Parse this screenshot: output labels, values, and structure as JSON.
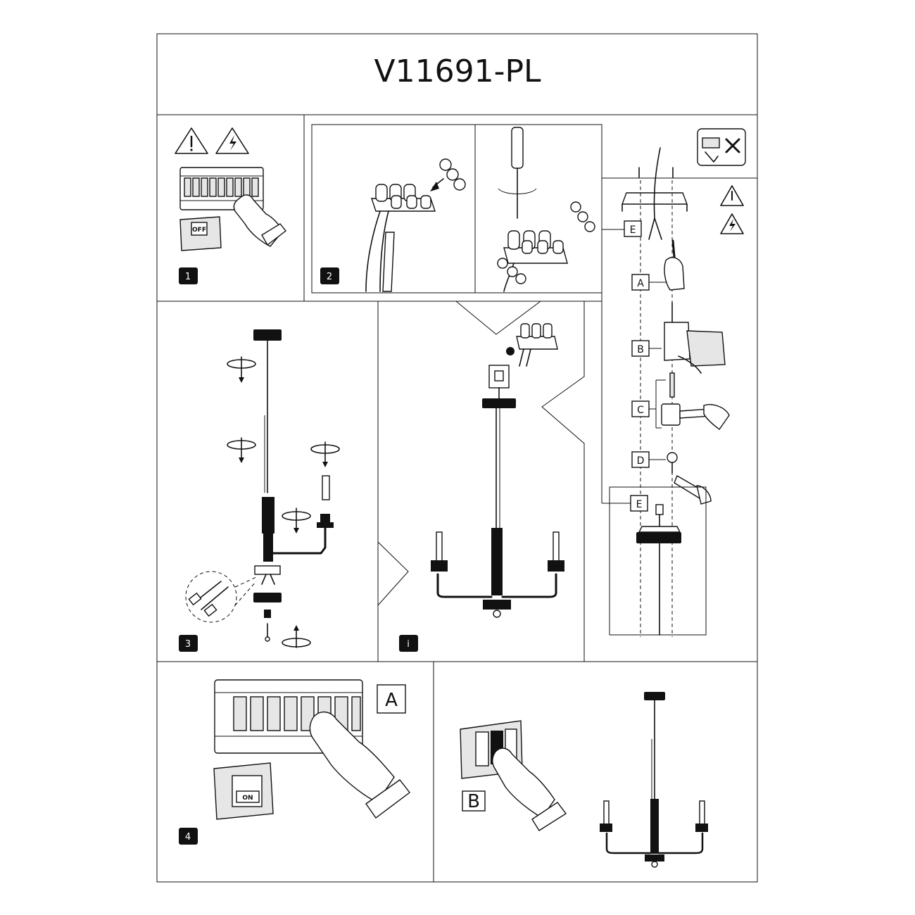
{
  "title": "V11691-PL",
  "steps": {
    "s1": "1",
    "s2": "2",
    "s3": "3",
    "s_info": "i",
    "s4": "4"
  },
  "switch_labels": {
    "off": "OFF",
    "on": "ON"
  },
  "mount_labels": [
    "E",
    "A",
    "B",
    "C",
    "D",
    "E"
  ],
  "final_labels": {
    "a": "A",
    "b": "B"
  },
  "icons": [
    "warning-icon",
    "electric-hazard-icon",
    "no-power-tools-icon",
    "screwdriver-icon",
    "drill-icon",
    "hammer-icon"
  ]
}
